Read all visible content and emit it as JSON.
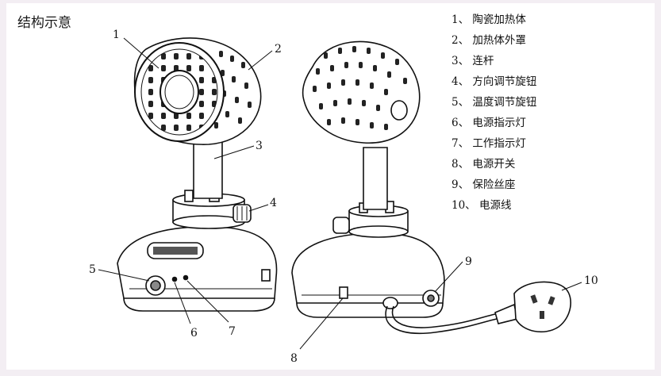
{
  "title": "结构示意",
  "legend": [
    {
      "num": "1、",
      "label": "陶瓷加热体"
    },
    {
      "num": "2、",
      "label": "加热体外罩"
    },
    {
      "num": "3、",
      "label": "连杆"
    },
    {
      "num": "4、",
      "label": "方向调节旋钮"
    },
    {
      "num": "5、",
      "label": "温度调节旋钮"
    },
    {
      "num": "6、",
      "label": "电源指示灯"
    },
    {
      "num": "7、",
      "label": "工作指示灯"
    },
    {
      "num": "8、",
      "label": "电源开关"
    },
    {
      "num": "9、",
      "label": "保险丝座"
    },
    {
      "num": "10、",
      "label": "电源线"
    }
  ],
  "callouts": {
    "c1": "1",
    "c2": "2",
    "c3": "3",
    "c4": "4",
    "c5": "5",
    "c6": "6",
    "c7": "7",
    "c8": "8",
    "c9": "9",
    "c10": "10"
  }
}
